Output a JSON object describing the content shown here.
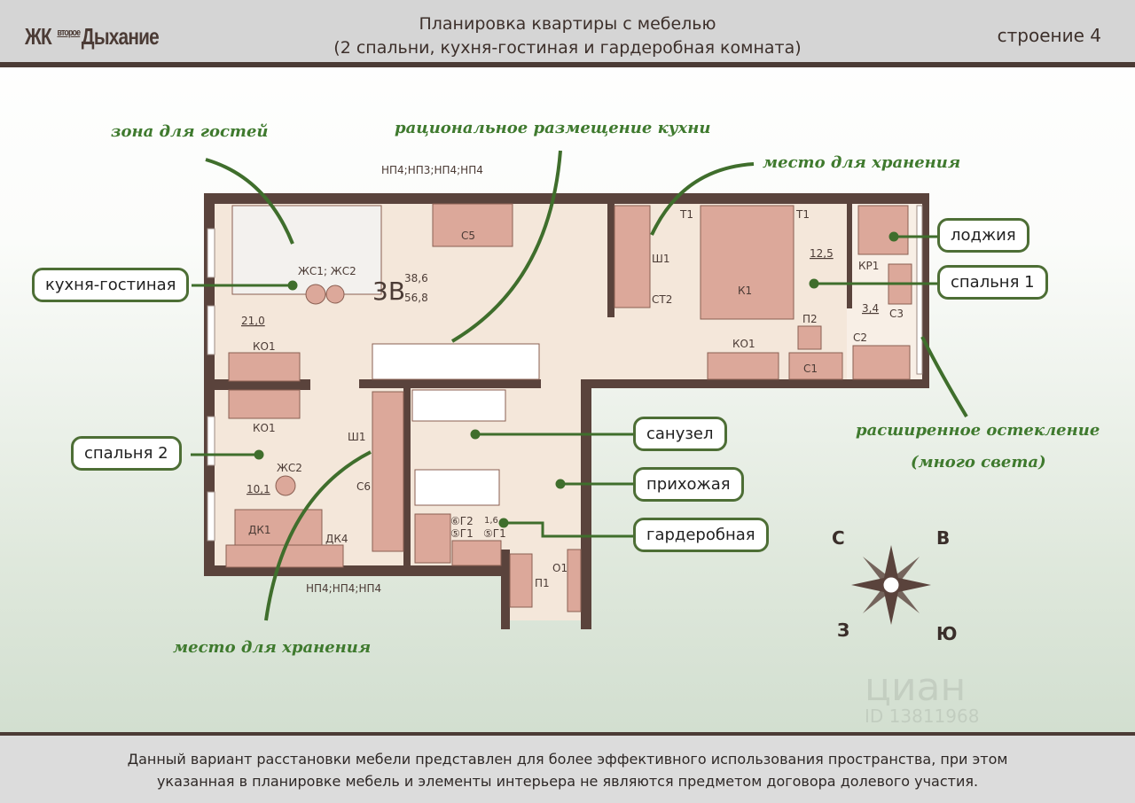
{
  "header": {
    "logo_prefix": "ЖК",
    "logo_small": "второе",
    "logo_main": "Дыхание",
    "title_line1": "Планировка квартиры с мебелью",
    "title_line2": "(2 спальни, кухня-гостиная и гардеробная комната)",
    "building": "строение 4"
  },
  "annotations": {
    "guests": "зона для гостей",
    "kitchen": "рациональное размещение кухни",
    "storage_top": "место для хранения",
    "glazing_1": "расширенное остекление",
    "glazing_2": "(много света)",
    "storage_bottom": "место для хранения"
  },
  "room_labels": {
    "living": "кухня-гостиная",
    "bedroom2": "спальня 2",
    "bedroom1": "спальня 1",
    "loggia": "лоджия",
    "bathroom": "санузел",
    "hall": "прихожая",
    "wardrobe": "гардеробная"
  },
  "plan": {
    "apt_type": "3В",
    "living_area": "38,6",
    "total_area": "56,8",
    "area_living_room": "21,0",
    "area_bedroom2": "10,1",
    "area_bedroom1": "12,5",
    "area_loggia": "3,4",
    "area_wardrobe": "1,6",
    "codes": {
      "np_top": "НП4;НП3;НП4;НП4",
      "np_bottom": "НП4;НП4;НП4",
      "c5": "С5",
      "zhs": "ЖС1; ЖС2",
      "zhs2": "ЖС2",
      "ko1": "КО1",
      "sh1": "Ш1",
      "st2": "СТ2",
      "t1": "Т1",
      "k1": "К1",
      "p2": "П2",
      "c1": "С1",
      "kr1": "КР1",
      "c3": "С3",
      "c2": "С2",
      "c6": "С6",
      "dk1": "ДК1",
      "dk4": "ДК4",
      "g2": "⑥Г2",
      "g1": "⑤Г1",
      "p1": "П1",
      "o1": "О1"
    }
  },
  "compass": {
    "n": "С",
    "e": "В",
    "w": "З",
    "s": "Ю"
  },
  "watermark": {
    "brand": "циан",
    "id": "ID 13811968"
  },
  "footer": {
    "line1": "Данный вариант расстановки мебели представлен для более эффективного использования пространства, при этом",
    "line2": "указанная в планировке мебель и элементы интерьера не являются предметом договора долевого участия."
  }
}
